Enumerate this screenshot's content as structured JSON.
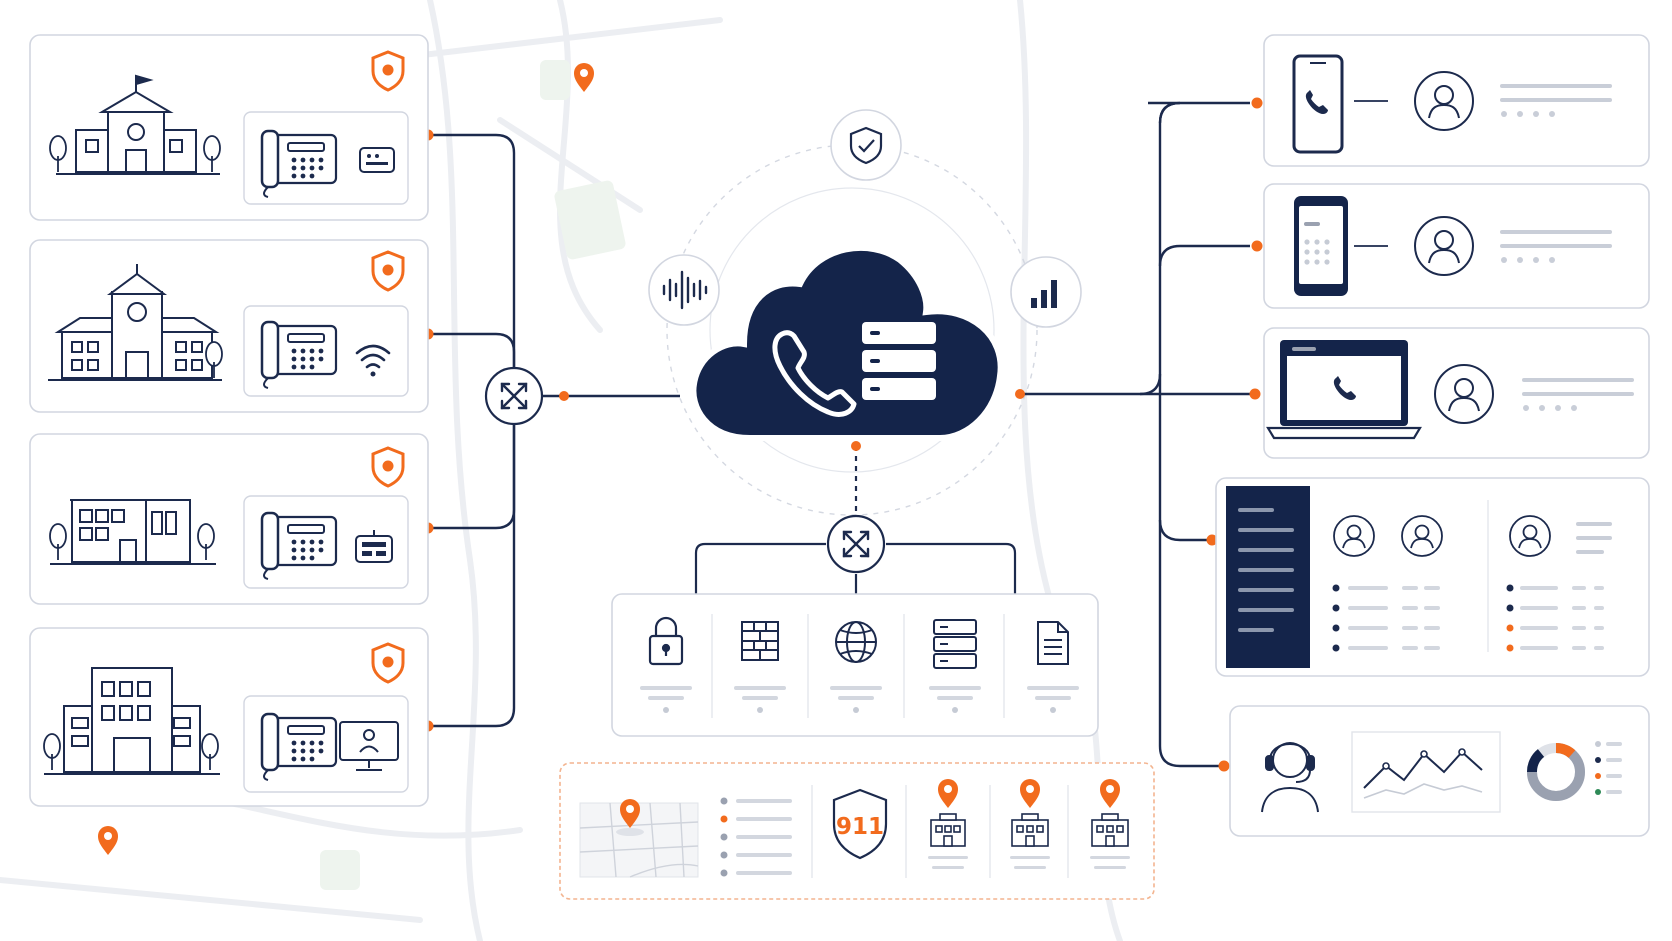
{
  "colors": {
    "navy": "#14244a",
    "orange": "#f26b1d",
    "line": "#1c2a4d",
    "card_border": "#d2d6e0",
    "card_bg": "#ffffff",
    "muted": "#c3c8d3",
    "map": "#f1f2f5"
  },
  "campus_sites": [
    {
      "building": "school-building",
      "device": "keypad-device"
    },
    {
      "building": "clocktower-building",
      "device": "wifi-device"
    },
    {
      "building": "office-building",
      "device": "router-device"
    },
    {
      "building": "highrise-building",
      "device": "monitor-device"
    }
  ],
  "endpoints": [
    "mobile-phone-endpoint",
    "smartphone-endpoint",
    "laptop-endpoint",
    "call-center-console",
    "agent-analytics-dashboard"
  ],
  "services": [
    "lock-icon",
    "firewall-icon",
    "globe-icon",
    "server-icon",
    "document-icon"
  ],
  "emergency": {
    "badge_text": "911"
  }
}
